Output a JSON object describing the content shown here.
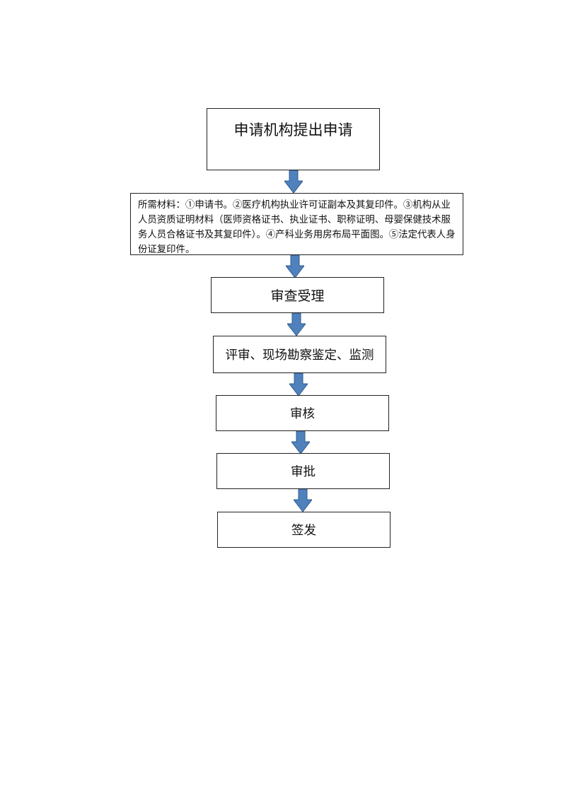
{
  "flow": {
    "step1": "申请机构提出申请",
    "materials": "所需材料：①申请书。②医疗机构执业许可证副本及其复印件。③机构从业人员资质证明材料（医师资格证书、执业证书、职称证明、母婴保健技术服务人员合格证书及其复印件）。④产科业务用房布局平面图。⑤法定代表人身份证复印件。",
    "step2": "审查受理",
    "step3": "评审、现场勘察鉴定、监测",
    "step4": "审核",
    "step5": "审批",
    "step6": "签发"
  },
  "colors": {
    "arrow_fill": "#4f81bd",
    "arrow_stroke": "#2e5b8f",
    "border": "#222222"
  }
}
